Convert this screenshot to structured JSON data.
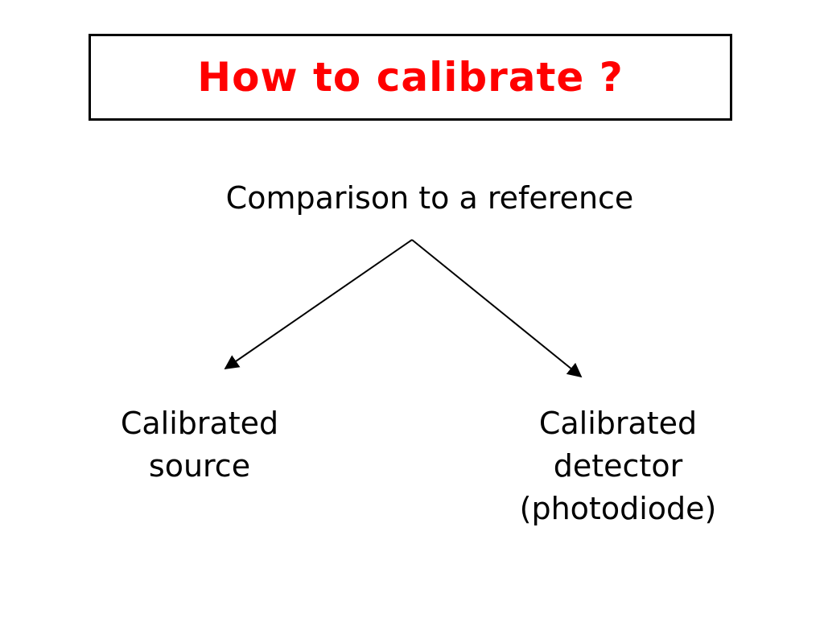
{
  "title": "How to calibrate ?",
  "root": "Comparison to a reference",
  "branches": {
    "left": [
      "Calibrated",
      "source"
    ],
    "right": [
      "Calibrated",
      "detector",
      "(photodiode)"
    ]
  },
  "colors": {
    "title": "#ff0000",
    "text": "#000000",
    "border": "#000000"
  }
}
